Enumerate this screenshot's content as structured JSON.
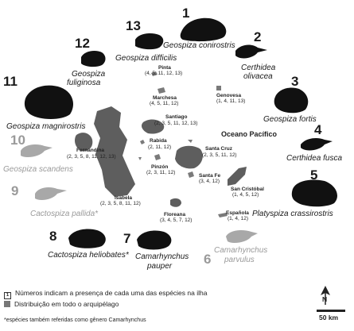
{
  "ocean_label": "Oceano Pacífico",
  "species": [
    {
      "num": "1",
      "name": "Geospiza conirostris"
    },
    {
      "num": "2",
      "name_lines": [
        "Certhidea",
        "olivacea"
      ]
    },
    {
      "num": "3",
      "name": "Geospiza fortis"
    },
    {
      "num": "4",
      "name": "Certhidea fusca"
    },
    {
      "num": "5",
      "name": "Platyspiza crassirostris"
    },
    {
      "num": "6",
      "name_lines": [
        "Camarhynchus",
        "parvulus"
      ]
    },
    {
      "num": "7",
      "name_lines": [
        "Camarhynchus",
        "pauper"
      ]
    },
    {
      "num": "8",
      "name": "Cactospiza heliobates*"
    },
    {
      "num": "9",
      "name": "Cactospiza pallida*"
    },
    {
      "num": "10",
      "name": "Geospiza scandens"
    },
    {
      "num": "11",
      "name": "Geospiza magnirostris"
    },
    {
      "num": "12",
      "name_lines": [
        "Geospiza",
        "fuliginosa"
      ]
    },
    {
      "num": "13",
      "name": "Geospiza difficilis"
    }
  ],
  "islands": [
    {
      "name": "Pinta",
      "codes": "(4, 5, 11, 12, 13)"
    },
    {
      "name": "Marchesa",
      "codes": "(4, 5, 11, 12)"
    },
    {
      "name": "Genovesa",
      "codes": "(1, 4, 11, 13)"
    },
    {
      "name": "Santiago",
      "codes": "(2, 3, 5, 11, 12, 13)"
    },
    {
      "name": "Rabida",
      "codes": "(2, 11, 12)"
    },
    {
      "name": "Fernandina",
      "codes": "(2, 3, 5, 8, 11, 12, 13)"
    },
    {
      "name": "Santa Cruz",
      "codes": "(2, 3, 5, 11, 12)"
    },
    {
      "name": "Pinzón",
      "codes": "(2, 3, 11, 12)"
    },
    {
      "name": "Santa Fe",
      "codes": "(3, 4, 12)"
    },
    {
      "name": "San Cristóbal",
      "codes": "(1, 4, 5, 12)"
    },
    {
      "name": "Isabela",
      "codes": "(2, 3, 5, 8, 11, 12)"
    },
    {
      "name": "Floreana",
      "codes": "(3, 4, 5, 7, 12)"
    },
    {
      "name": "Española",
      "codes": "(1, 4, 12)"
    }
  ],
  "legend": {
    "numbers_label": "Números indicam a presença de cada uma das espécies na ilha",
    "gray_label": "Distribuição em todo o arquipélago",
    "footnote": "*espécies também referidas como gênero Camarhynchus",
    "number_sample": "1"
  },
  "scale": {
    "label": "50 km",
    "north": "N"
  },
  "colors": {
    "bird": "#111111",
    "bird_grey": "#a8a8a8",
    "island": "#5e5e5e",
    "island_small": "#7a7a7a"
  }
}
